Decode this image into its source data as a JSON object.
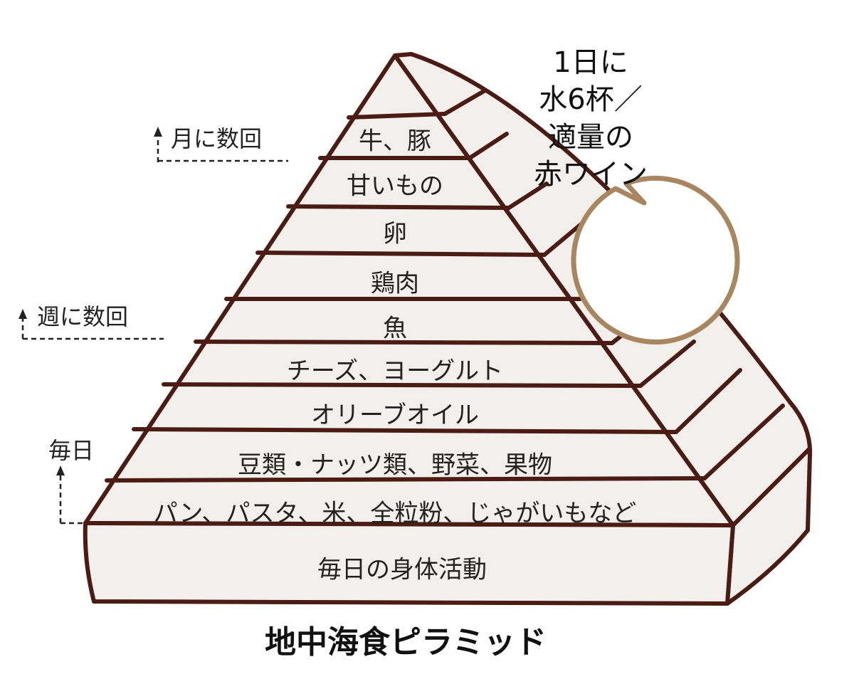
{
  "title": "地中海食ピラミッド",
  "colors": {
    "outline": "#4a1c14",
    "fill": "#f3efec",
    "bubble_border": "#a8865f"
  },
  "tiers": [
    "牛、豚",
    "甘いもの",
    "卵",
    "鶏肉",
    "魚",
    "チーズ、ヨーグルト",
    "オリーブオイル",
    "豆類・ナッツ類、野菜、果物",
    "パン、パスタ、米、全粒粉、じゃがいもなど",
    "毎日の身体活動"
  ],
  "frequency": {
    "monthly": "月に数回",
    "weekly": "週に数回",
    "daily": "毎日"
  },
  "bubble": [
    "1日に",
    "水6杯／",
    "適量の",
    "赤ワイン"
  ]
}
